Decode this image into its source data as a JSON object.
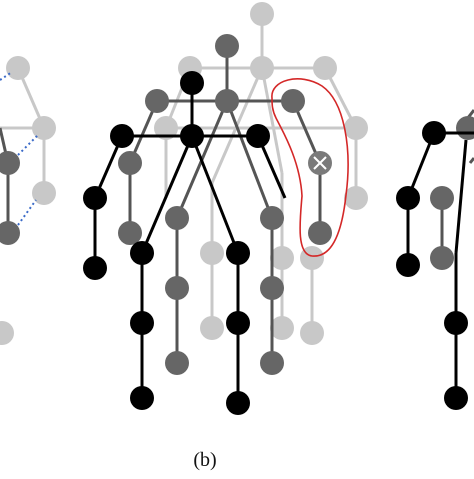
{
  "caption": "(b)",
  "colors": {
    "front_layer": "#000000",
    "middle_layer": "#666666",
    "back_layer": "#c8c8c8",
    "highlight_outline": "#d42828",
    "dotted_link": "#3a6ac8",
    "removed_marker": "#777777"
  },
  "layers": [
    "back",
    "middle",
    "front"
  ],
  "highlight": {
    "label": ""
  },
  "removed_marker": {
    "icon": "x-mark-icon"
  }
}
